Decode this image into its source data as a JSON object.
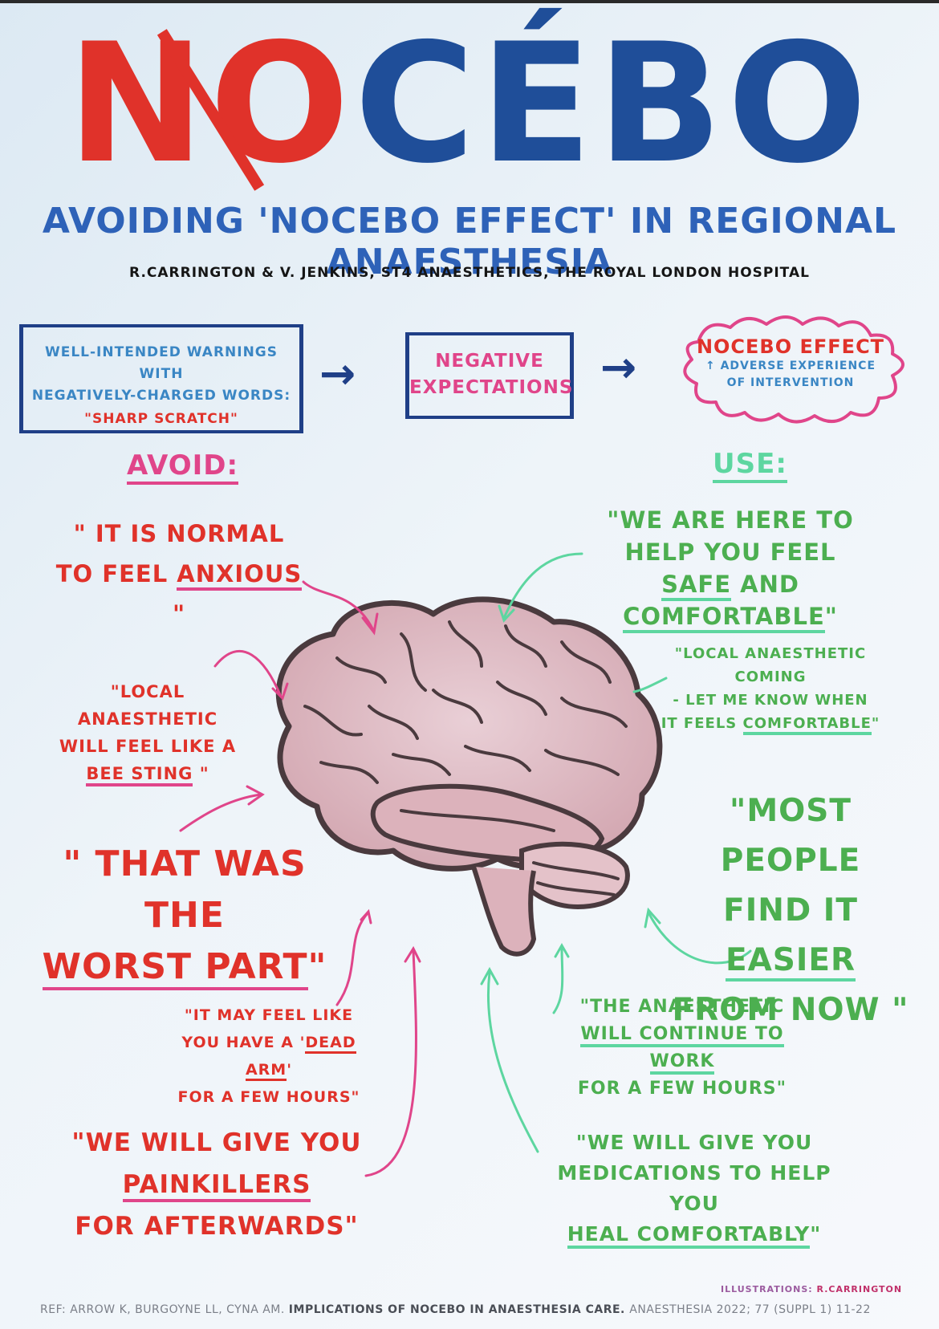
{
  "title": {
    "part_red": "NO",
    "part_blue": "CÉBO"
  },
  "subtitle": "Avoiding 'Nocebo effect' in Regional Anaesthesia",
  "authors": "R.Carrington & V. Jenkins, ST4 Anaesthetics, The Royal London Hospital",
  "flow": {
    "box1_line1": "Well-intended warnings with",
    "box1_line2": "negatively-charged words:",
    "box1_line3": "\"Sharp scratch\"",
    "box2_line1": "Negative",
    "box2_line2": "expectations",
    "box3_title": "Nocebo effect",
    "box3_line1": "↑ adverse experience",
    "box3_line2": "of intervention"
  },
  "avoid": {
    "heading": "Avoid:",
    "items": [
      {
        "a": "\" It is normal",
        "b": "to feel ",
        "ul": "anxious",
        "c": " \""
      },
      {
        "a": "\"Local anaesthetic",
        "b": "will feel like a",
        "ul": "bee sting",
        "c": " \""
      },
      {
        "a": "\" That was the",
        "ul": "worst part",
        "c": "\""
      },
      {
        "a": "\"It may feel like",
        "b": "you have a '",
        "ul": "Dead arm",
        "c": "'",
        "d": "for a few hours\""
      },
      {
        "a": "\"We will give you",
        "ul": "painkillers",
        "d": "for afterwards\""
      }
    ]
  },
  "use": {
    "heading": "Use:",
    "items": [
      {
        "a": "\"We are here to",
        "b": "help you feel",
        "ul1": "safe",
        "mid": " and ",
        "ul2": "comfortable",
        "c": "\""
      },
      {
        "a": "\"Local anaesthetic coming",
        "b": "- let me know when",
        "c": "it feels ",
        "ul": "comfortable",
        "d": "\""
      },
      {
        "a": "\"Most people",
        "b": "find it ",
        "ul": "easier",
        "c": "from now \""
      },
      {
        "a": "\"The anaesthetic",
        "ul": "will continue to work",
        "d": "for a few hours\""
      },
      {
        "a": "\"We will give you",
        "b": "medications to help you",
        "ul": "heal comfortably",
        "c": "\""
      }
    ]
  },
  "illustrations": {
    "label": "Illustrations: ",
    "name": "R.Carrington"
  },
  "reference": {
    "prefix": "Ref: ",
    "authors": "Arrow K, Burgoyne LL, Cyna AM. ",
    "title": "Implications of nocebo in anaesthesia care. ",
    "journal": "Anaesthesia 2022; 77 (Suppl 1) 11-22"
  },
  "colors": {
    "red": "#e0322a",
    "blue": "#1f4e99",
    "pink": "#e0458a",
    "green": "#4caf50",
    "mint": "#5dd6a0"
  }
}
